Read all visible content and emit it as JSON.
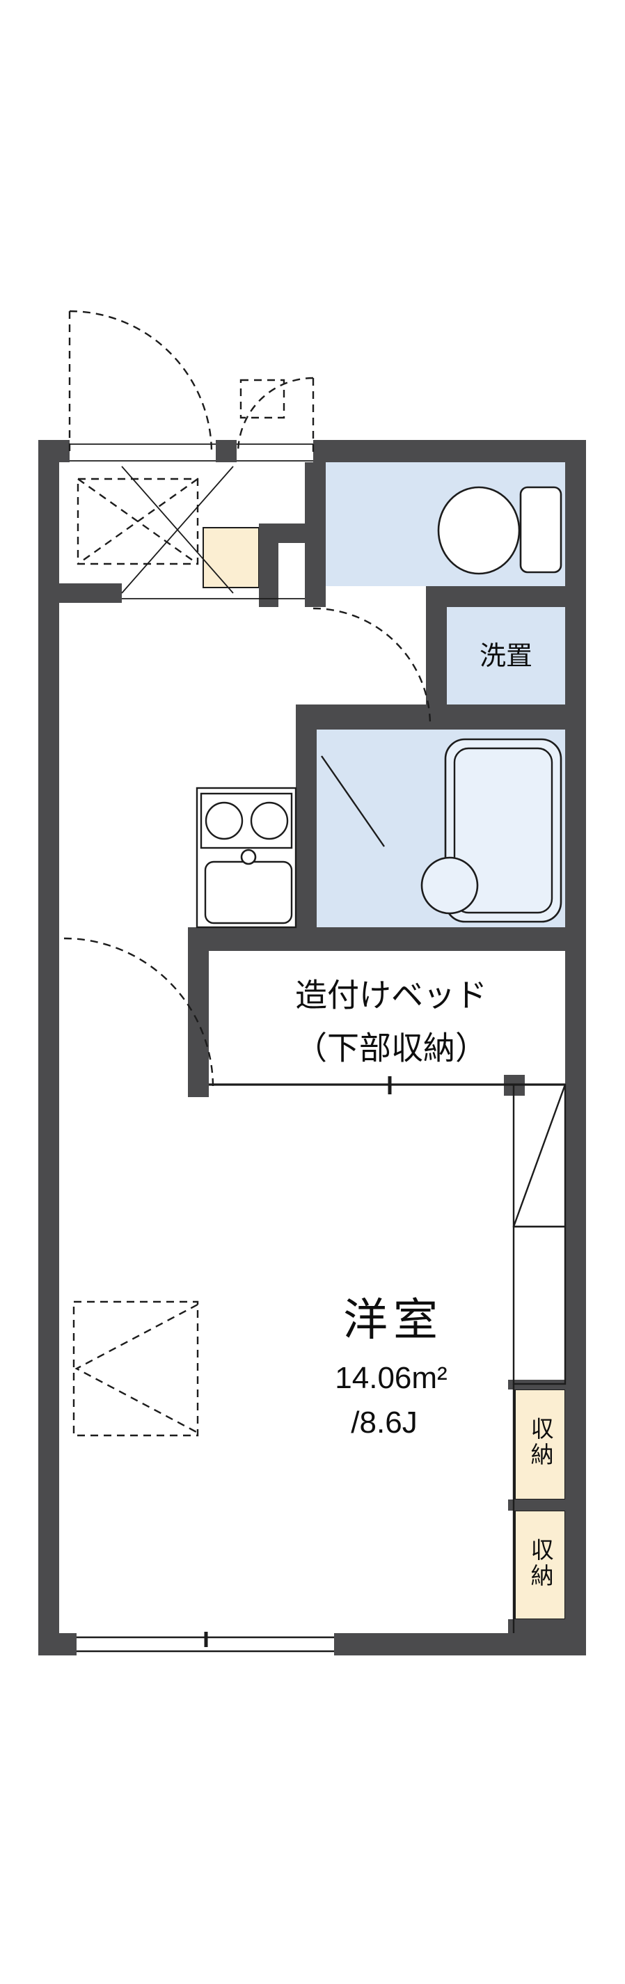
{
  "floorplan": {
    "labels": {
      "main_room": "洋室",
      "area_m2": "14.06m²",
      "area_tatami": "/8.6J",
      "bed_line1": "造付けベッド",
      "bed_line2": "（下部収納）",
      "washer": "洗置",
      "storage_top": "収納",
      "storage_bottom": "収納"
    },
    "colors": {
      "wall": "#4b4b4d",
      "wet_area": "#d7e4f3",
      "storage": "#fbeed2",
      "fixture_fill": "#e9f1fa",
      "line": "#1c1c1c",
      "background": "#ffffff"
    }
  }
}
